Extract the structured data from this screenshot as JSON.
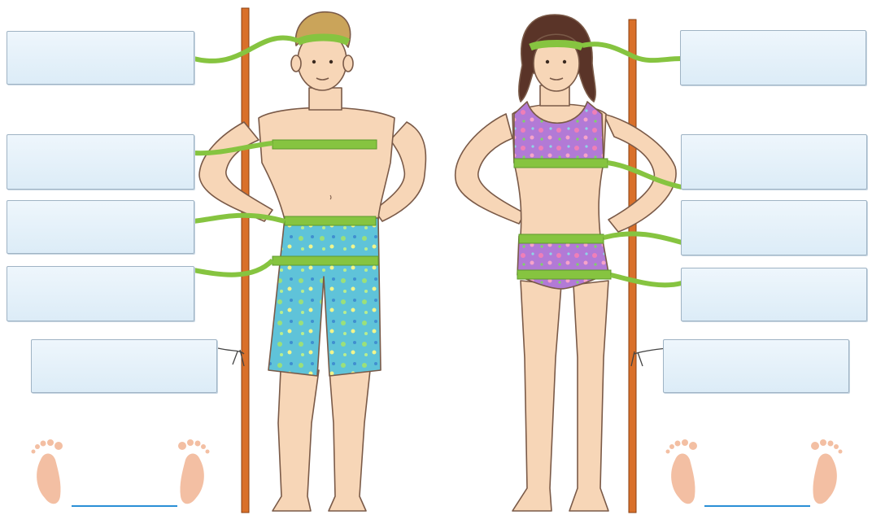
{
  "labels": {
    "boy": [
      {
        "id": "boy-head",
        "value": ""
      },
      {
        "id": "boy-chest",
        "value": ""
      },
      {
        "id": "boy-waist",
        "value": ""
      },
      {
        "id": "boy-hips",
        "value": ""
      },
      {
        "id": "boy-height",
        "value": ""
      }
    ],
    "girl": [
      {
        "id": "girl-head",
        "value": ""
      },
      {
        "id": "girl-chest",
        "value": ""
      },
      {
        "id": "girl-waist",
        "value": ""
      },
      {
        "id": "girl-hips",
        "value": ""
      },
      {
        "id": "girl-height",
        "value": ""
      }
    ]
  },
  "foot_answers": {
    "boy": "",
    "girl": ""
  },
  "colors": {
    "tape": "#86c440",
    "tape_dark": "#5e9a2c",
    "pole": "#d9702a",
    "skin": "#f7d6b7",
    "skin_line": "#7a5a48",
    "boy_hair": "#caa45a",
    "girl_hair": "#5a3428",
    "shorts": "#5fc3d9",
    "swimsuit": "#b27ad6",
    "box_border": "#9fb3c4",
    "footprint": "#f3bfa3",
    "answer_line": "#2a8fd6"
  },
  "icons": [
    "footprint-left-icon",
    "footprint-right-icon"
  ]
}
